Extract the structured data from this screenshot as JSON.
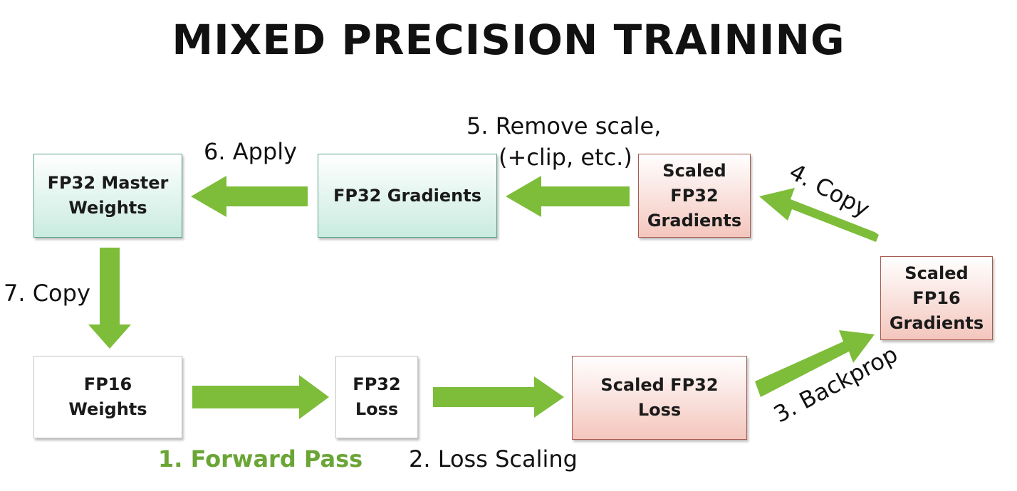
{
  "title": "MIXED PRECISION TRAINING",
  "boxes": {
    "fp32_master_weights": "FP32 Master\nWeights",
    "fp32_gradients": "FP32 Gradients",
    "scaled_fp32_gradients": "Scaled\nFP32\nGradients",
    "scaled_fp16_gradients": "Scaled\nFP16\nGradients",
    "fp16_weights": "FP16\nWeights",
    "fp32_loss": "FP32\nLoss",
    "scaled_fp32_loss": "Scaled FP32\nLoss"
  },
  "steps": {
    "forward_pass": "1. Forward Pass",
    "loss_scaling": "2. Loss Scaling",
    "backprop": "3. Backprop",
    "copy_4": "4. Copy",
    "remove_scale_line1": "5. Remove scale,",
    "remove_scale_line2": "(+clip, etc.)",
    "apply": "6. Apply",
    "copy_7": "7. Copy"
  },
  "colors": {
    "arrow": "#7dbd3a",
    "green_box_border": "#5aa58b",
    "red_box_border": "#a65b4f",
    "forward_pass_text": "#6aa536"
  }
}
